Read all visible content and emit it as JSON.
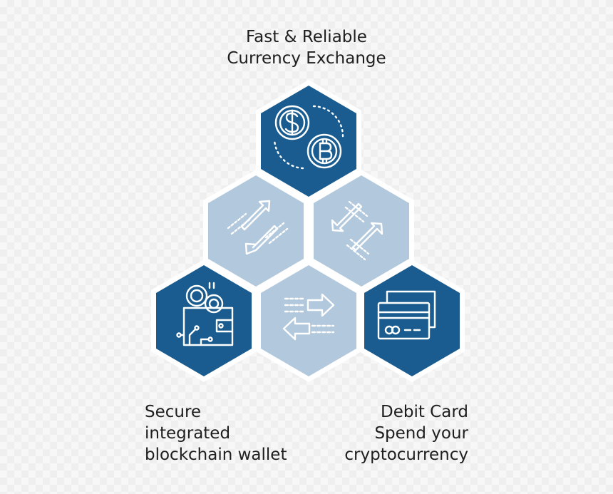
{
  "labels": {
    "top": [
      "Fast & Reliable",
      "Currency Exchange"
    ],
    "left": [
      "Secure",
      "integrated",
      "blockchain wallet"
    ],
    "right": [
      "Debit Card",
      "Spend your",
      "cryptocurrency"
    ]
  },
  "colors": {
    "dark_hex": "#1a5c8f",
    "light_hex": "#b2c8dc",
    "hex_border": "#ffffff",
    "icon_stroke": "#ffffff",
    "text": "#1e1e1e"
  },
  "hexagons": [
    {
      "id": "exchange",
      "tone": "dark",
      "icon": "dollar-bitcoin-coins-icon"
    },
    {
      "id": "arrows-up-left",
      "tone": "light",
      "icon": "diagonal-arrows-icon"
    },
    {
      "id": "arrows-up-right",
      "tone": "light",
      "icon": "diagonal-arrows-icon"
    },
    {
      "id": "wallet",
      "tone": "dark",
      "icon": "blockchain-wallet-icon"
    },
    {
      "id": "arrows-horizontal",
      "tone": "light",
      "icon": "horizontal-arrows-icon"
    },
    {
      "id": "debit-card",
      "tone": "dark",
      "icon": "debit-card-icon"
    }
  ]
}
